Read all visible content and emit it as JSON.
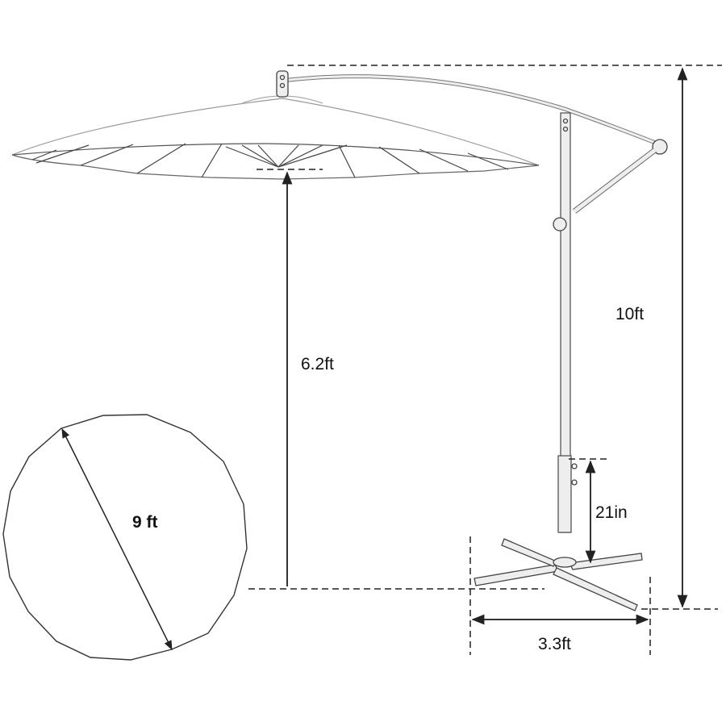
{
  "diagram": {
    "subject": "cantilever offset patio umbrella with cross base",
    "dimensions": {
      "total_height": "10ft",
      "clearance_height": "6.2ft",
      "base_pole_height": "21in",
      "base_width": "3.3ft",
      "canopy_diameter": "9 ft"
    },
    "colors": {
      "line": "#333333",
      "dash": "#222222",
      "text": "#111111",
      "background": "#ffffff"
    }
  }
}
